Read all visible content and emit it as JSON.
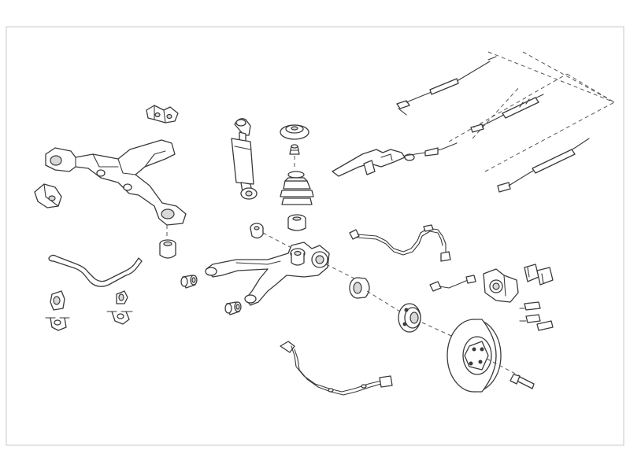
{
  "diagram": {
    "background": "#ffffff",
    "line_color": "#3a3a3a",
    "frame_color": "#c8c8c8",
    "parts": [
      "rear-axle-subframe",
      "subframe-mounting-bracket-top",
      "subframe-mounting-bracket-left",
      "subframe-rubber-mount",
      "anti-roll-bar",
      "anti-roll-bar-bushing-left",
      "anti-roll-bar-link-left",
      "anti-roll-bar-bushing-right",
      "anti-roll-bar-link-right",
      "shock-absorber",
      "coil-spring-top-mount",
      "bump-stop",
      "dust-boot",
      "spring-seat",
      "control-arm-bushing",
      "trailing-arm",
      "wishbone-bushing-upper",
      "wishbone-bushing-lower",
      "parking-brake-lever",
      "parking-brake-cable-1",
      "parking-brake-cable-2",
      "parking-brake-cable-3",
      "brake-hose-long",
      "brake-hose-short",
      "abs-sensor-cable",
      "wheel-bearing-ring",
      "wheel-hub",
      "brake-disc",
      "wheel-bolt",
      "brake-caliper",
      "brake-pads",
      "caliper-mounting-bolts"
    ]
  }
}
